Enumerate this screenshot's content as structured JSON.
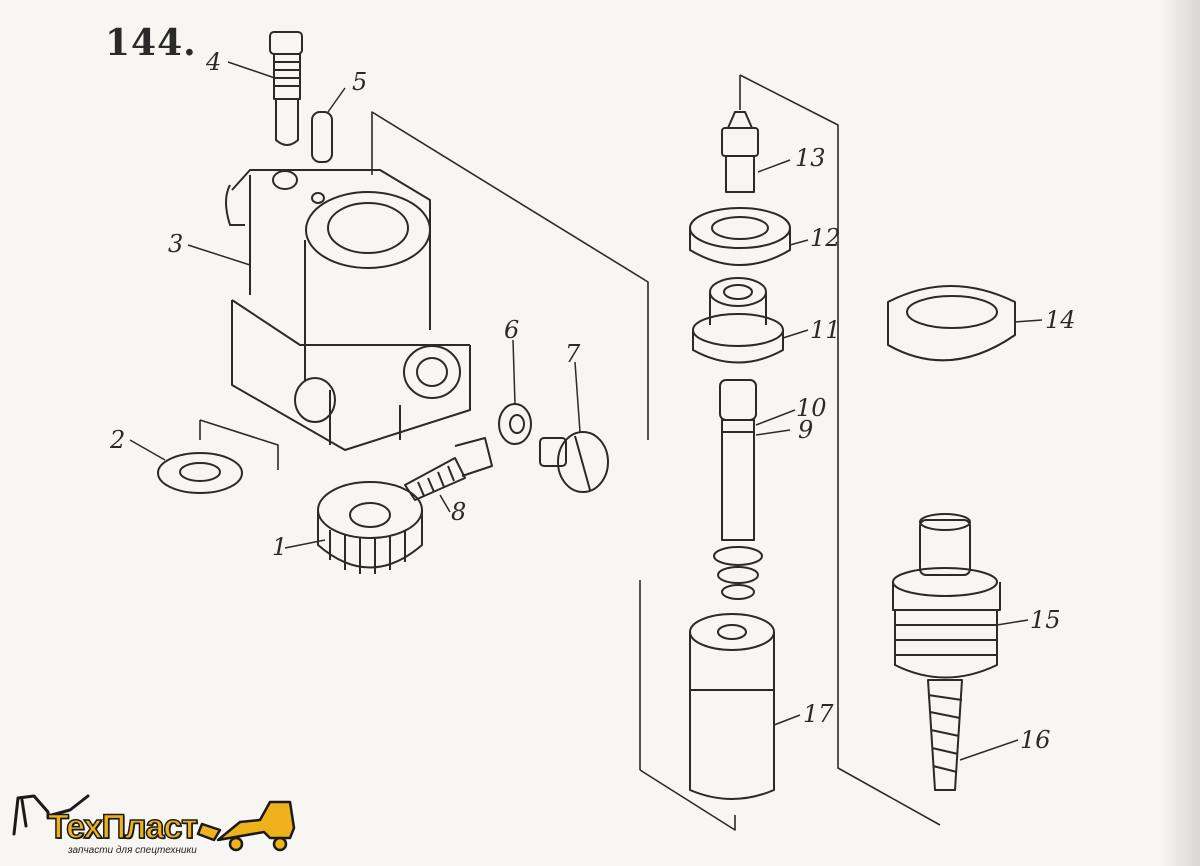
{
  "figure": {
    "number": "144."
  },
  "callouts": [
    "1",
    "2",
    "3",
    "4",
    "5",
    "6",
    "7",
    "8",
    "9",
    "10",
    "11",
    "12",
    "13",
    "14",
    "15",
    "16",
    "17"
  ],
  "logo": {
    "wordmark": "ТехПласт",
    "tagline": "запчасти для спецтехники",
    "colors": {
      "fill": "#f0b21b",
      "outline": "#1a1a1a"
    }
  },
  "colors": {
    "ink": "#2a2a2a",
    "paper": "#f7f6f2"
  }
}
